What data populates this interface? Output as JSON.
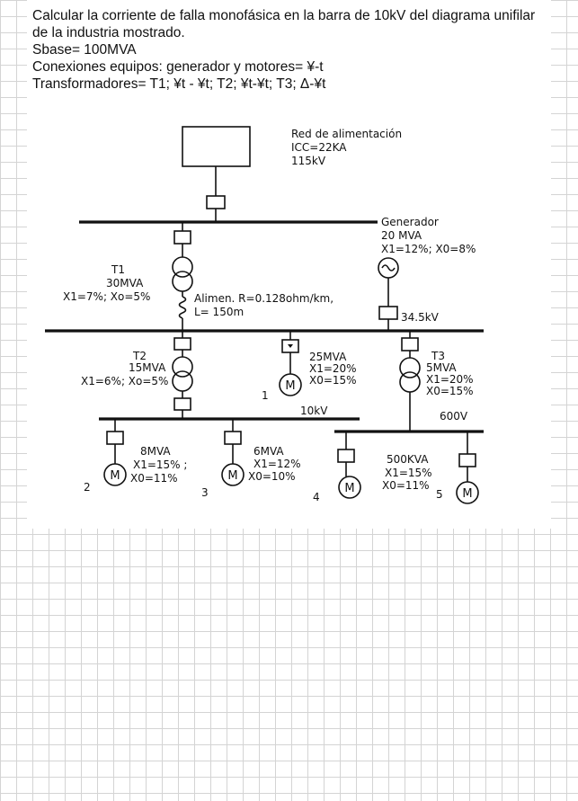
{
  "problem": {
    "line1": "Calcular la corriente de falla monofásica en la barra de 10kV del diagrama unifilar de la industria mostrado.",
    "sbase": "Sbase= 100MVA",
    "connections": "Conexiones equipos: generador y motores= ¥-t",
    "transformers": "Transformadores= T1; ¥t - ¥t; T2; ¥t-¥t; T3; Δ-¥t"
  },
  "diagram": {
    "grid": {
      "title": "Red de alimentación",
      "icc": "ICC=22KA",
      "voltage": "115kV"
    },
    "generator": {
      "title": "Generador",
      "rating": "20 MVA",
      "reactance": "X1=12%; X0=8%"
    },
    "t1": {
      "name": "T1",
      "rating": "30MVA",
      "reactance": "X1=7%; Xo=5%"
    },
    "feeder": {
      "resistance": "Alimen. R=0.128ohm/km,",
      "length": "L= 150m"
    },
    "bus34": "34.5kV",
    "t2": {
      "name": "T2",
      "rating": "15MVA",
      "reactance": "X1=6%; Xo=5%"
    },
    "motor1": {
      "rating": "25MVA",
      "x1": "X1=20%",
      "x0": "X0=15%",
      "number": "1",
      "symbol": "M"
    },
    "t3": {
      "name": "T3",
      "rating": "5MVA",
      "x1": "X1=20%",
      "x0": "X0=15%"
    },
    "bus10": "10kV",
    "bus600": "600V",
    "motor2": {
      "rating": "8MVA",
      "x1": "X1=15% ;",
      "x0": "X0=11%",
      "number": "2",
      "symbol": "M"
    },
    "motor3": {
      "rating": "6MVA",
      "x1": "X1=12%",
      "x0": "X0=10%",
      "number": "3",
      "symbol": "M"
    },
    "motor45": {
      "rating": "500KVA",
      "x1": "X1=15%",
      "x0": "X0=11%"
    },
    "motor4": {
      "number": "4",
      "symbol": "M"
    },
    "motor5": {
      "number": "5",
      "symbol": "M"
    }
  }
}
